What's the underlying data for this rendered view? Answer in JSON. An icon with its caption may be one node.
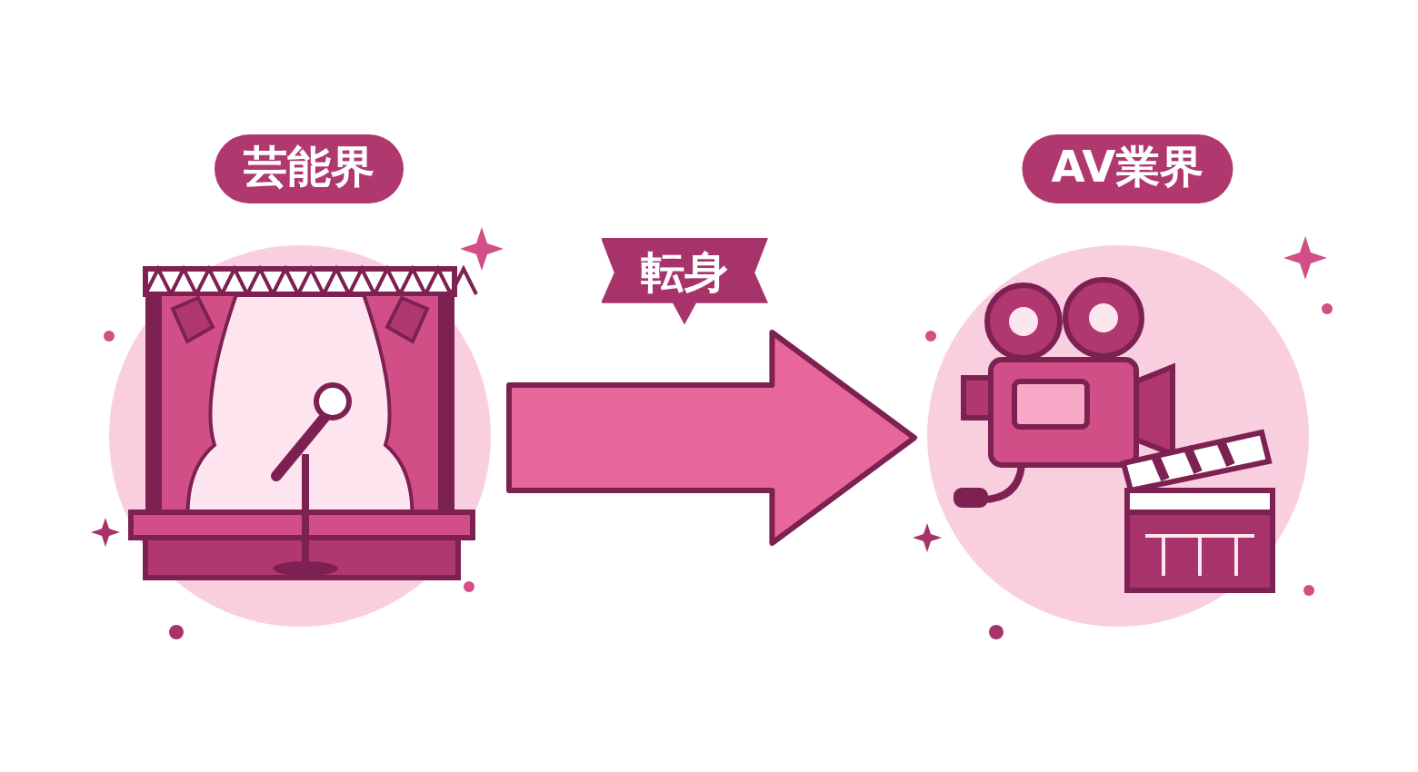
{
  "diagram": {
    "nodes": [
      {
        "text": [
          "芸能界"
        ]
      },
      {
        "text": [
          "AV業界"
        ]
      }
    ],
    "edges": [
      {
        "from": 0,
        "to": 1,
        "arrow": "to",
        "label": "転身",
        "style": "thick"
      }
    ]
  }
}
